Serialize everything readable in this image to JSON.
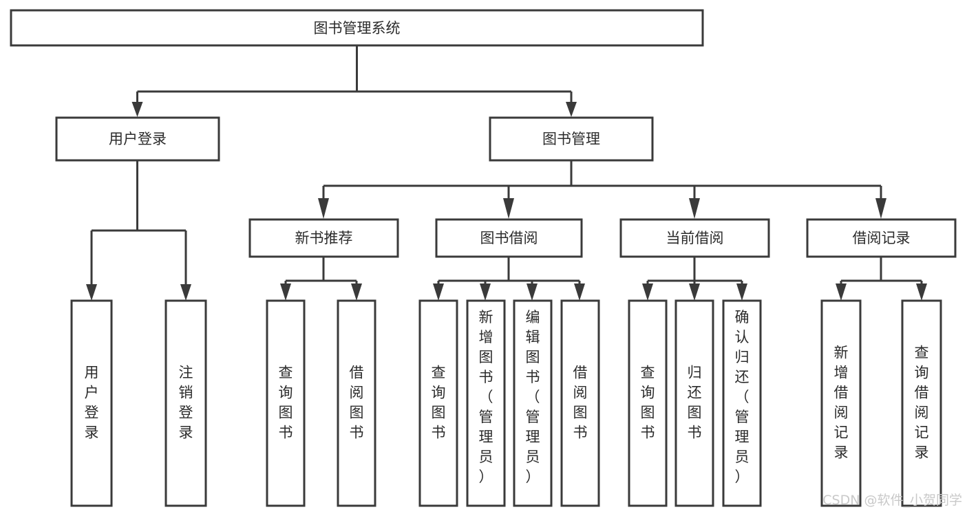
{
  "diagram": {
    "title": "图书管理系统",
    "type": "tree-structure-chart",
    "root": {
      "id": "root",
      "label": "图书管理系统",
      "orientation": "horizontal"
    },
    "level2": [
      {
        "id": "user-login",
        "label": "用户登录",
        "orientation": "horizontal"
      },
      {
        "id": "book-manage",
        "label": "图书管理",
        "orientation": "horizontal"
      }
    ],
    "level3": [
      {
        "id": "new-book-rec",
        "label": "新书推荐",
        "orientation": "horizontal",
        "parent": "book-manage"
      },
      {
        "id": "book-borrow",
        "label": "图书借阅",
        "orientation": "horizontal",
        "parent": "book-manage"
      },
      {
        "id": "current-borrow",
        "label": "当前借阅",
        "orientation": "horizontal",
        "parent": "book-manage"
      },
      {
        "id": "borrow-record",
        "label": "借阅记录",
        "orientation": "horizontal",
        "parent": "book-manage"
      }
    ],
    "leaves": [
      {
        "id": "leaf-user-login",
        "label": "用户登录",
        "orientation": "vertical",
        "parent": "user-login",
        "align": "middle"
      },
      {
        "id": "leaf-user-logout",
        "label": "注销登录",
        "orientation": "vertical",
        "parent": "user-login",
        "align": "middle"
      },
      {
        "id": "leaf-query-book-1",
        "label": "查询图书",
        "orientation": "vertical",
        "parent": "new-book-rec",
        "align": "middle"
      },
      {
        "id": "leaf-borrow-book-1",
        "label": "借阅图书",
        "orientation": "vertical",
        "parent": "new-book-rec",
        "align": "middle"
      },
      {
        "id": "leaf-query-book-2",
        "label": "查询图书",
        "orientation": "vertical",
        "parent": "book-borrow",
        "align": "middle"
      },
      {
        "id": "leaf-add-book",
        "label": "新增图书（管理员）",
        "orientation": "vertical",
        "parent": "book-borrow",
        "align": "top"
      },
      {
        "id": "leaf-edit-book",
        "label": "编辑图书（管理员）",
        "orientation": "vertical",
        "parent": "book-borrow",
        "align": "top"
      },
      {
        "id": "leaf-borrow-book-2",
        "label": "借阅图书",
        "orientation": "vertical",
        "parent": "book-borrow",
        "align": "middle"
      },
      {
        "id": "leaf-query-book-3",
        "label": "查询图书",
        "orientation": "vertical",
        "parent": "current-borrow",
        "align": "middle"
      },
      {
        "id": "leaf-return-book",
        "label": "归还图书",
        "orientation": "vertical",
        "parent": "current-borrow",
        "align": "middle"
      },
      {
        "id": "leaf-confirm-return",
        "label": "确认归还（管理员）",
        "orientation": "vertical",
        "parent": "current-borrow",
        "align": "top"
      },
      {
        "id": "leaf-add-record",
        "label": "新增借阅记录",
        "orientation": "vertical",
        "parent": "borrow-record",
        "align": "middle"
      },
      {
        "id": "leaf-query-record",
        "label": "查询借阅记录",
        "orientation": "vertical",
        "parent": "borrow-record",
        "align": "middle"
      }
    ],
    "watermark": "CSDN @软件_小贺同学",
    "colors": {
      "stroke": "#3a3a3a",
      "fill": "#ffffff",
      "text": "#2b2b2b",
      "watermark": "#c9c9c9",
      "background": "#ffffff"
    }
  }
}
